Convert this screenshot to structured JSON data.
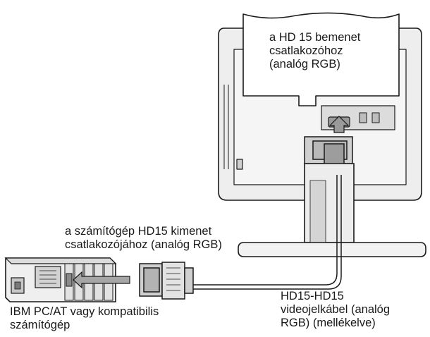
{
  "labels": {
    "monitor_input": {
      "line1": "a HD 15 bemenet",
      "line2": "csatlakozóhoz",
      "line3": "(analóg RGB)"
    },
    "pc_output": {
      "line1": "a számítógép HD15 kimenet",
      "line2": "csatlakozójához (analóg RGB)"
    },
    "cable": {
      "line1": "HD15-HD15",
      "line2": "videojelkábel (analóg",
      "line3": "RGB) (mellékelve)"
    },
    "computer": {
      "line1": "IBM PC/AT vagy kompatibilis",
      "line2": "számítógép"
    }
  },
  "colors": {
    "line": "#1a1a1a",
    "panel": "#ececec",
    "shade": "#cfcfcf",
    "dark": "#8a8a8a",
    "arrow": "#9a9a9a"
  },
  "icons": {
    "arrow_to_monitor": "up-arrow-icon",
    "arrow_to_computer": "left-arrow-icon"
  }
}
